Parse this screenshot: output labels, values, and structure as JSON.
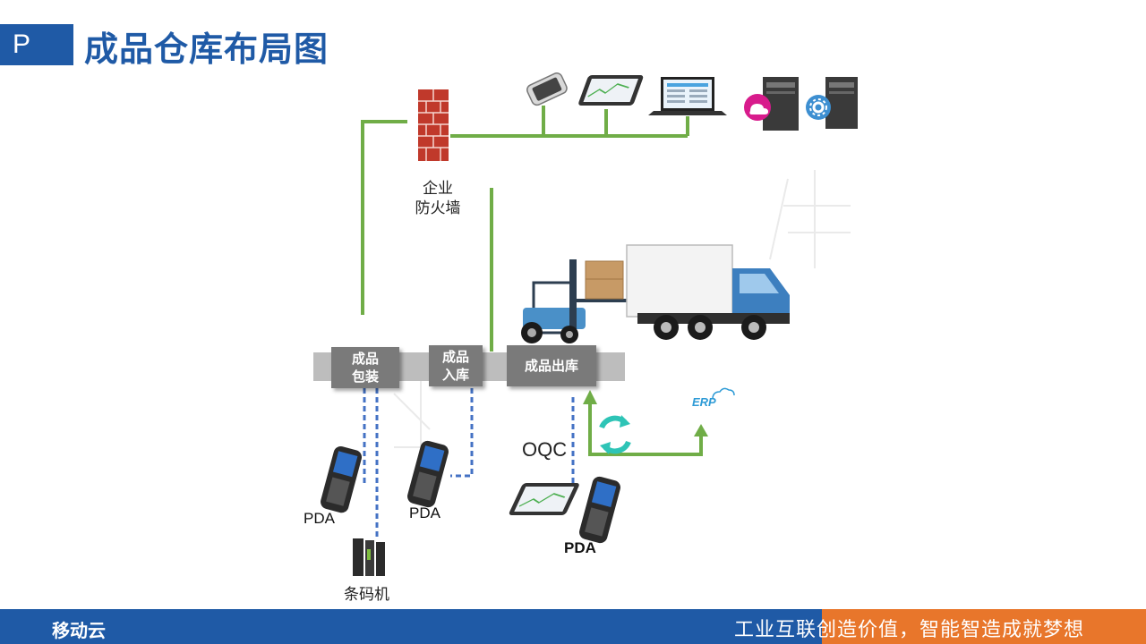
{
  "header": {
    "section_letter": "P",
    "title": "成品仓库布局图"
  },
  "firewall": {
    "line1": "企业",
    "line2": "防火墙"
  },
  "process": {
    "pack_line1": "成品",
    "pack_line2": "包装",
    "store_line1": "成品",
    "store_line2": "入库",
    "ship": "成品出库"
  },
  "labels": {
    "pda_1": "PDA",
    "pda_2": "PDA",
    "pda_3": "PDA",
    "barcode_printer": "条码机",
    "oqc": "OQC",
    "erp": "ERP"
  },
  "footer": {
    "logo": "移动云",
    "slogan": "工业互联创造价值，智能智造成就梦想"
  },
  "colors": {
    "brand_blue": "#1f5aa6",
    "accent_orange": "#e8762b",
    "line_green": "#70ad47",
    "dashed_blue": "#4472c4",
    "box_gray": "#7a7a7a"
  }
}
